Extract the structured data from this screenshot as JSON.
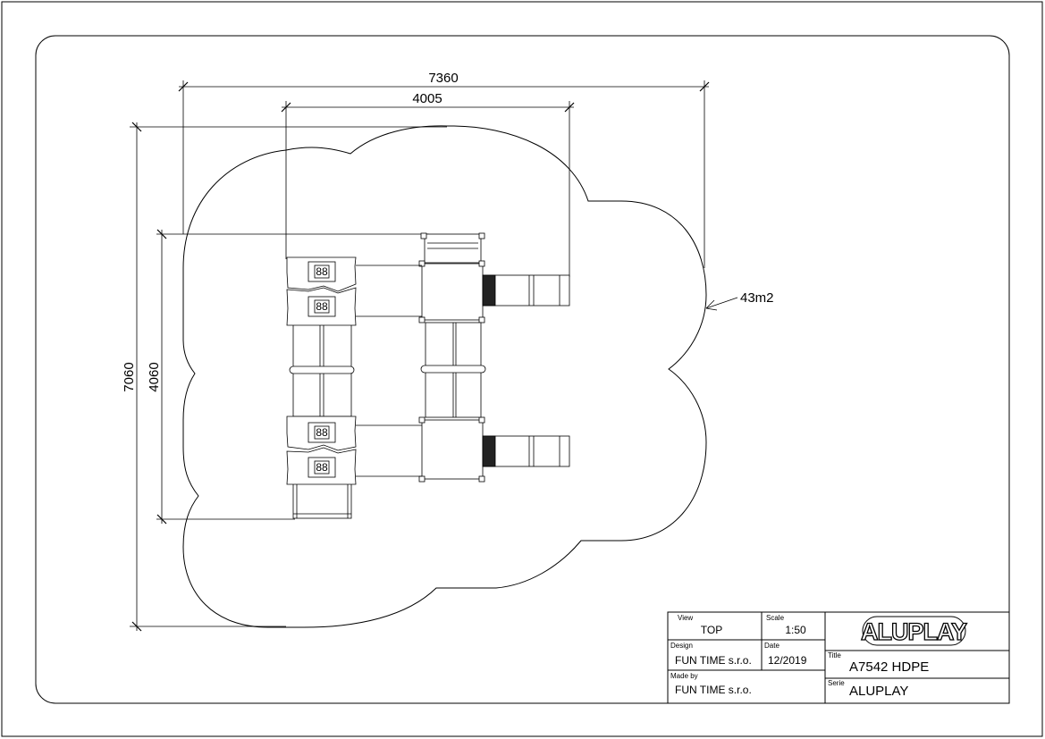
{
  "drawing": {
    "dimensions": {
      "overall_width": "7360",
      "structure_width": "4005",
      "overall_depth": "7060",
      "structure_depth": "4060",
      "safety_area": "43m2"
    },
    "panel_glyph": "88"
  },
  "title_block": {
    "view_label": "View",
    "view_value": "TOP",
    "scale_label": "Scale",
    "scale_value": "1:50",
    "design_label": "Design",
    "design_value": "FUN TIME s.r.o.",
    "date_label": "Date",
    "date_value": "12/2019",
    "made_by_label": "Made by",
    "made_by_value": "FUN TIME s.r.o.",
    "title_label": "Title",
    "title_value": "A7542 HDPE",
    "serie_label": "Serie",
    "serie_value": "ALUPLAY",
    "logo_text": "ALUPLAY"
  }
}
